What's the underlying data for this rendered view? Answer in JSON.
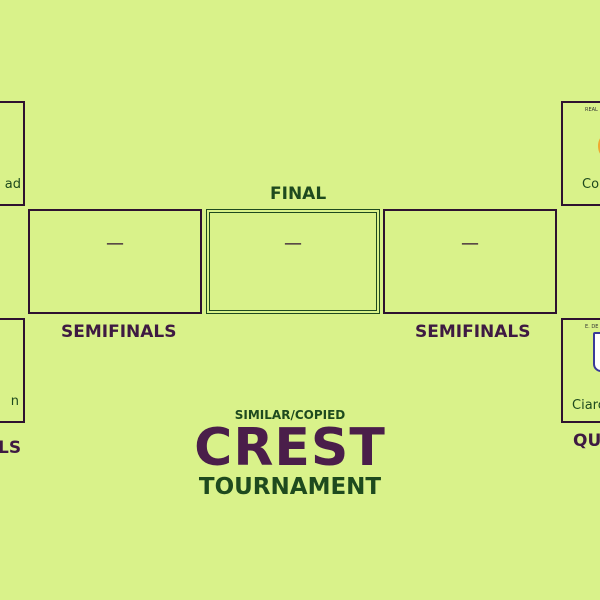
{
  "quarterfinals": {
    "left_top": {
      "team": "ad"
    },
    "left_bottom": {
      "team": "n"
    },
    "left_label": "LS",
    "right_top": {
      "header": "REAL",
      "team": "Co",
      "crest_color": "#f0a830"
    },
    "right_bottom": {
      "header": "E. DE",
      "team": "Ciarc",
      "crest_color": "#3a3a9a"
    },
    "right_label": "QU"
  },
  "semifinals": {
    "left_label": "SEMIFINALS",
    "right_label": "SEMIFINALS",
    "left_value": "—",
    "right_value": "—"
  },
  "final": {
    "label": "FINAL",
    "value": "—"
  },
  "title": {
    "pre": "SIMILAR/COPIED",
    "main": "CREST",
    "sub": "TOURNAMENT"
  },
  "colors": {
    "background": "#d9f28a",
    "purple": "#4a1e4a",
    "green": "#1e4a1e"
  }
}
